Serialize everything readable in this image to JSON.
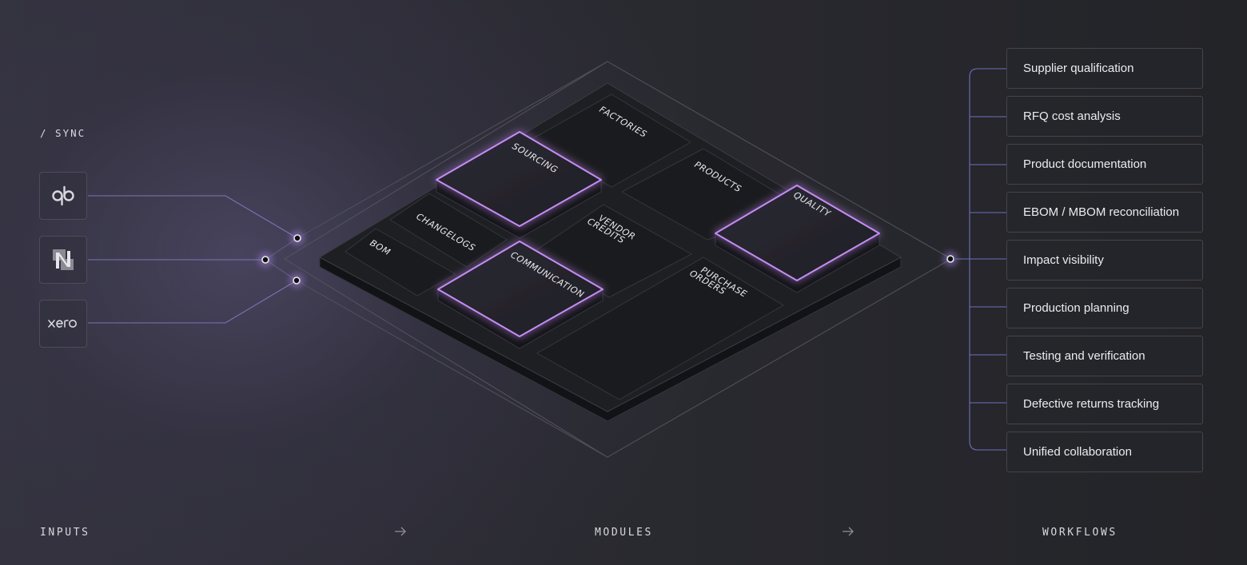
{
  "inputs": {
    "sync_label": "/ SYNC",
    "sources": [
      {
        "name": "QuickBooks",
        "icon": "quickbooks-icon",
        "text": "qb"
      },
      {
        "name": "NetSuite",
        "icon": "netsuite-icon",
        "text": "N"
      },
      {
        "name": "Xero",
        "icon": "xero-icon",
        "text": "xero"
      }
    ]
  },
  "modules": {
    "tiles": {
      "factories": "FACTORIES",
      "sourcing": "SOURCING",
      "products": "PRODUCTS",
      "quality": "QUALITY",
      "changelogs": "CHANGELOGS",
      "vendor_credits_1": "VENDOR",
      "vendor_credits_2": "CREDITS",
      "bom": "BOM",
      "communication": "COMMUNICATION",
      "purchase_orders_1": "PURCHASE",
      "purchase_orders_2": "ORDERS"
    },
    "highlighted": [
      "SOURCING",
      "QUALITY",
      "COMMUNICATION"
    ]
  },
  "workflows": {
    "items": [
      "Supplier qualification",
      "RFQ cost analysis",
      "Product documentation",
      "EBOM / MBOM reconciliation",
      "Impact visibility",
      "Production planning",
      "Testing and verification",
      "Defective returns tracking",
      "Unified collaboration"
    ]
  },
  "footer": {
    "inputs_label": "INPUTS",
    "modules_label": "MODULES",
    "workflows_label": "WORKFLOWS",
    "arrow_glyph": "→"
  },
  "colors": {
    "accent_purple": "#c48cf4",
    "line_blue": "#6f6fc0",
    "tile_fill": "#1b1c1f"
  }
}
